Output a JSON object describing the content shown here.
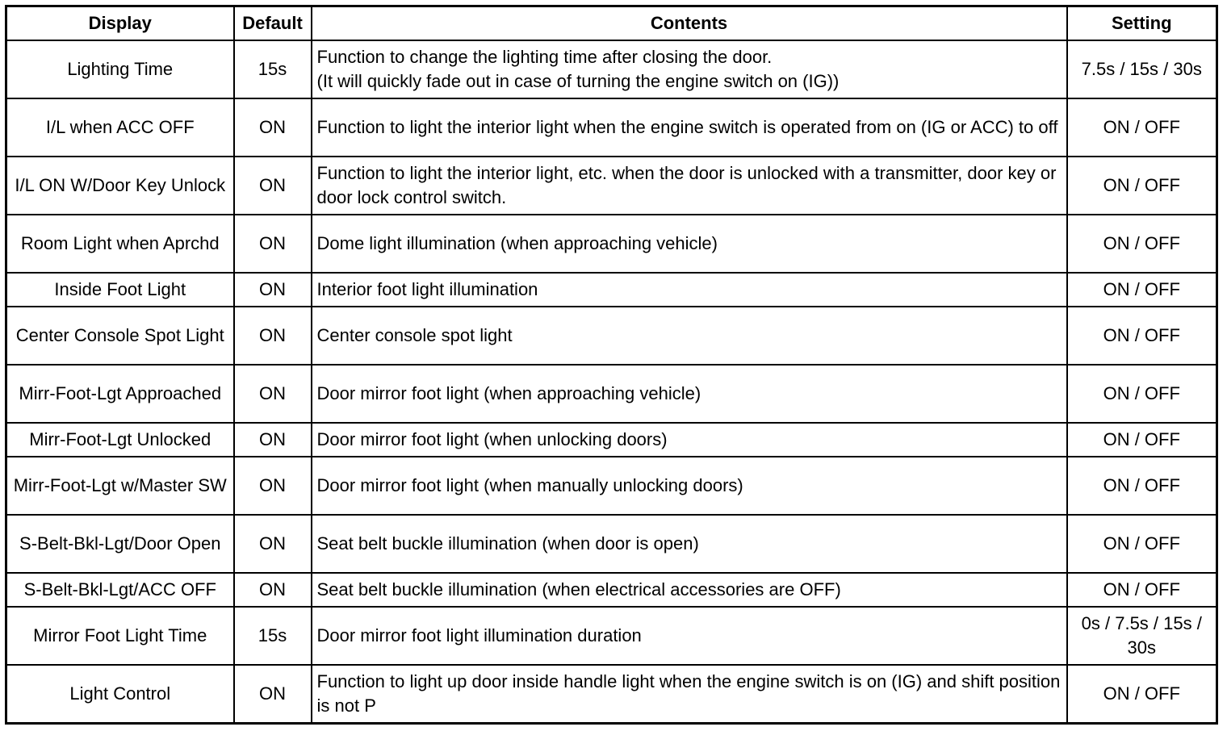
{
  "table": {
    "headers": {
      "display": "Display",
      "default": "Default",
      "contents": "Contents",
      "setting": "Setting"
    },
    "rows": [
      {
        "display": "Lighting Time",
        "default": "15s",
        "contents": "Function to change the lighting time after closing the door.\n(It will quickly fade out in case of turning the engine switch on (IG))",
        "setting": "7.5s / 15s / 30s"
      },
      {
        "display": "I/L when ACC OFF",
        "default": "ON",
        "contents": "Function to light the interior light when the engine switch is operated from on (IG or ACC) to off",
        "setting": "ON / OFF"
      },
      {
        "display": "I/L ON W/Door Key Unlock",
        "default": "ON",
        "contents": "Function to light the interior light, etc. when the door is unlocked with a transmitter, door key or door lock control switch.",
        "setting": "ON / OFF"
      },
      {
        "display": "Room Light when Aprchd",
        "default": "ON",
        "contents": "Dome light illumination (when approaching vehicle)",
        "setting": "ON / OFF"
      },
      {
        "display": "Inside Foot Light",
        "default": "ON",
        "contents": "Interior foot light illumination",
        "setting": "ON / OFF"
      },
      {
        "display": "Center Console Spot Light",
        "default": "ON",
        "contents": "Center console spot light",
        "setting": "ON / OFF"
      },
      {
        "display": "Mirr-Foot-Lgt Approached",
        "default": "ON",
        "contents": "Door mirror foot light (when approaching vehicle)",
        "setting": "ON / OFF"
      },
      {
        "display": "Mirr-Foot-Lgt Unlocked",
        "default": "ON",
        "contents": "Door mirror foot light (when unlocking doors)",
        "setting": "ON / OFF"
      },
      {
        "display": "Mirr-Foot-Lgt w/Master SW",
        "default": "ON",
        "contents": "Door mirror foot light (when manually unlocking doors)",
        "setting": "ON / OFF"
      },
      {
        "display": "S-Belt-Bkl-Lgt/Door Open",
        "default": "ON",
        "contents": "Seat belt buckle illumination (when door is open)",
        "setting": "ON / OFF"
      },
      {
        "display": "S-Belt-Bkl-Lgt/ACC OFF",
        "default": "ON",
        "contents": "Seat belt buckle illumination (when electrical accessories are OFF)",
        "setting": "ON / OFF"
      },
      {
        "display": "Mirror Foot Light Time",
        "default": "15s",
        "contents": "Door mirror foot light illumination duration",
        "setting": "0s / 7.5s / 15s / 30s"
      },
      {
        "display": "Light Control",
        "default": "ON",
        "contents": "Function to light up door inside handle light when the engine switch is on (IG) and shift position is not P",
        "setting": "ON / OFF"
      }
    ]
  }
}
